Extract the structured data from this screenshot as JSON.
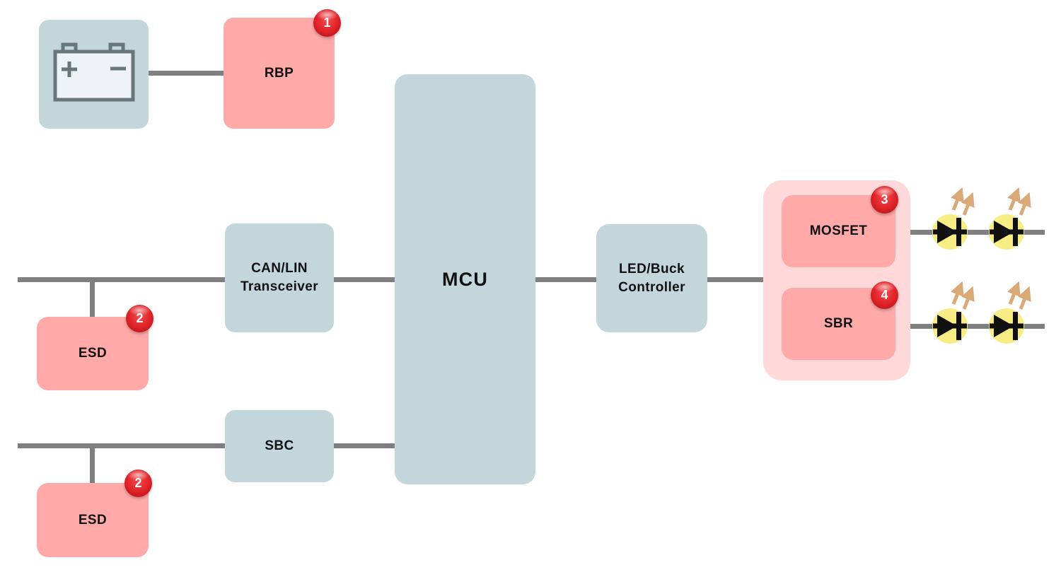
{
  "diagram": {
    "title": "automotive-led-driver-block-diagram",
    "colors": {
      "block_blue": "#c3d6dc",
      "block_pink": "#ffa9a9",
      "container_pink": "#ffd9d9",
      "badge_red": "#dd2127",
      "wire_gray": "#7f7f7f",
      "led_yellow": "#f8ec85",
      "arrow_tan": "#d9a977",
      "battery_stroke": "#68767c",
      "battery_fill": "#eef3f5",
      "label_color": "#111111"
    },
    "blocks": {
      "battery": {
        "icon": "battery-icon"
      },
      "rbp": {
        "label": "RBP",
        "badge": "1"
      },
      "mcu": {
        "label": "MCU"
      },
      "can_lin": {
        "line1": "CAN/LIN",
        "line2": "Transceiver"
      },
      "sbc": {
        "label": "SBC"
      },
      "esd_top": {
        "label": "ESD",
        "badge": "2"
      },
      "esd_bottom": {
        "label": "ESD",
        "badge": "2"
      },
      "led_buck": {
        "line1": "LED/Buck",
        "line2": "Controller"
      },
      "mosfet": {
        "label": "MOSFET",
        "badge": "3"
      },
      "sbr": {
        "label": "SBR",
        "badge": "4"
      }
    },
    "leds": {
      "icon": "led-diode-icon",
      "count_top_row": 2,
      "count_bottom_row": 2
    }
  }
}
